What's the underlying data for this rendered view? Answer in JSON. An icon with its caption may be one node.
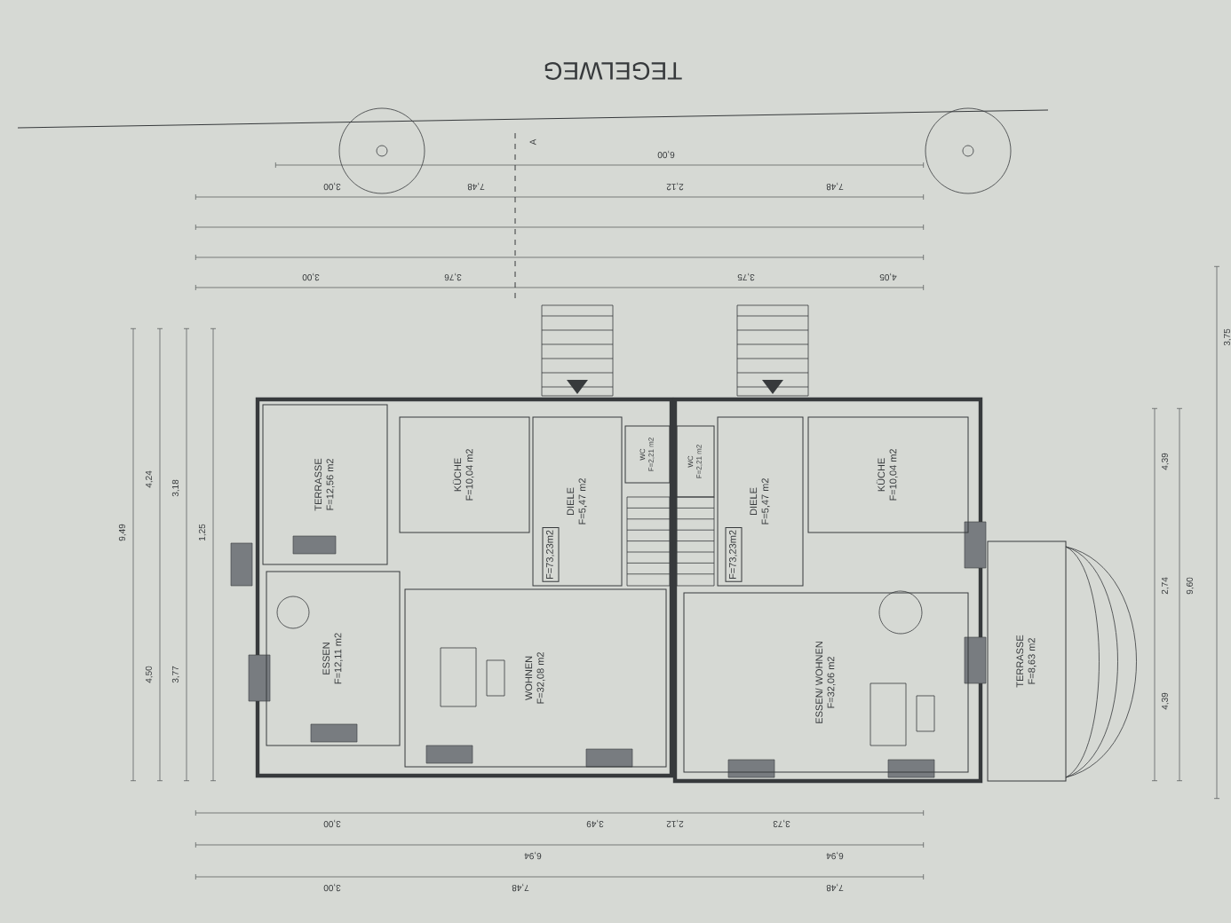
{
  "diagram": {
    "nodes": [
      {
        "text": [
          "TERRASSE",
          "F=12,56 m2"
        ]
      },
      {
        "text": [
          "KÜCHE",
          "F=10,04 m2"
        ]
      },
      {
        "text": [
          "DIELE",
          "F=5,47 m2"
        ]
      },
      {
        "text": [
          "WC",
          "F=2,21 m2"
        ]
      },
      {
        "text": [
          "F=73,23m2"
        ],
        "in": 2
      },
      {
        "text": [
          "ESSEN",
          "F=12,11 m2"
        ]
      },
      {
        "text": [
          "WOHNEN",
          "F=32,08 m2"
        ]
      },
      {
        "text": [
          "WC",
          "F=2,21 m2"
        ]
      },
      {
        "text": [
          "DIELE",
          "F=5,47 m2"
        ]
      },
      {
        "text": [
          "F=73,23m2"
        ],
        "in": 8
      },
      {
        "text": [
          "KÜCHE",
          "F=10,04 m2"
        ]
      },
      {
        "text": [
          "ESSEN/ WOHNEN",
          "F=32,06 m2"
        ]
      },
      {
        "text": [
          "TERRASSE",
          "F=8,63 m2"
        ]
      }
    ],
    "labels": [
      "TEGELWEG",
      "A",
      "6,00",
      "3,00",
      "7,48",
      "2,12",
      "7,48",
      "3,00",
      "3,76",
      "3,75",
      "4,05",
      "3,00",
      "3,49",
      "2,12",
      "3,73",
      "6,94",
      "6,94",
      "3,00",
      "7,48",
      "7,48",
      "9,49",
      "4,24",
      "4,50",
      "3,18",
      "3,77",
      "1,25",
      "4,39",
      "2,74",
      "4,39",
      "9,60",
      "3,75"
    ]
  }
}
